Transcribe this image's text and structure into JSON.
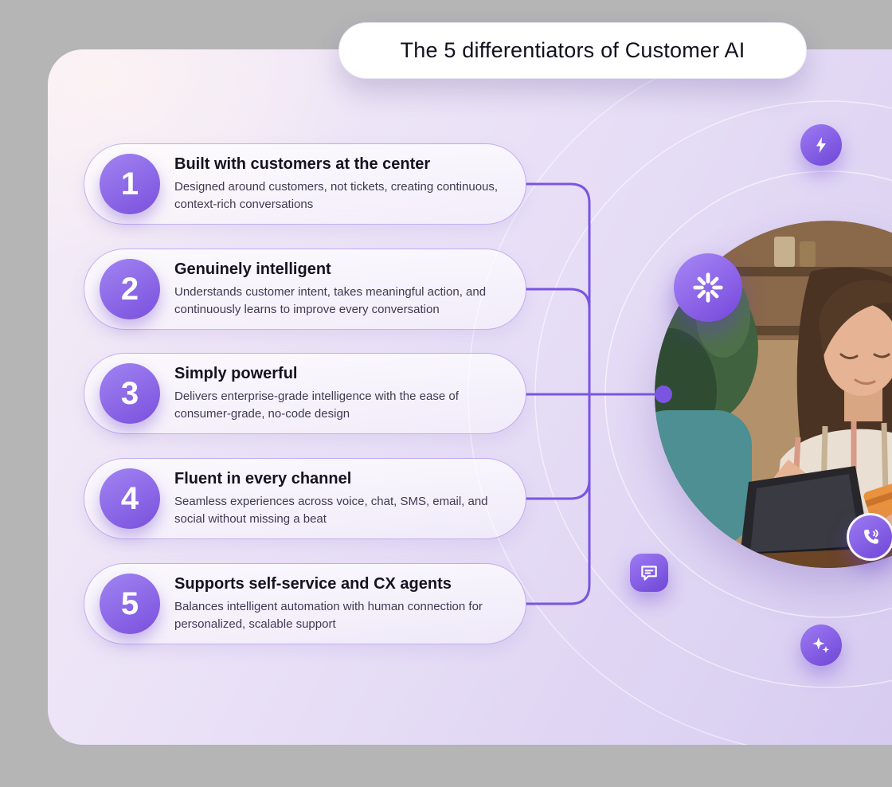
{
  "header": {
    "title": "The 5 differentiators of Customer AI"
  },
  "items": [
    {
      "number": "1",
      "title": "Built with customers at the center",
      "description": "Designed around customers, not tickets, creating continuous, context-rich conversations"
    },
    {
      "number": "2",
      "title": "Genuinely intelligent",
      "description": "Understands customer intent, takes meaningful action, and continuously learns to improve every conversation"
    },
    {
      "number": "3",
      "title": "Simply powerful",
      "description": "Delivers enterprise-grade intelligence with the ease of consumer-grade, no-code design"
    },
    {
      "number": "4",
      "title": "Fluent in every channel",
      "description": "Seamless experiences across voice, chat, SMS, email, and social without missing a beat"
    },
    {
      "number": "5",
      "title": "Supports self-service and CX agents",
      "description": "Balances intelligent automation with human connection for personalized, scalable support"
    }
  ],
  "badges": {
    "lightning": "lightning-icon",
    "spark": "spark-burst-icon",
    "chat": "chat-bubble-icon",
    "phone": "voice-call-icon",
    "sparkles": "sparkles-icon"
  },
  "colors": {
    "accent": "#7A55E0",
    "panel_start": "#F5EDF6",
    "panel_end": "#D7CCF0",
    "card_border": "#8A6CE4",
    "number_gradient_start": "#A184F2",
    "number_gradient_end": "#7A50DD",
    "backdrop_gray": "#B5B5B5",
    "card_title_text": "#16121F",
    "card_body_text": "#3F3A52"
  }
}
